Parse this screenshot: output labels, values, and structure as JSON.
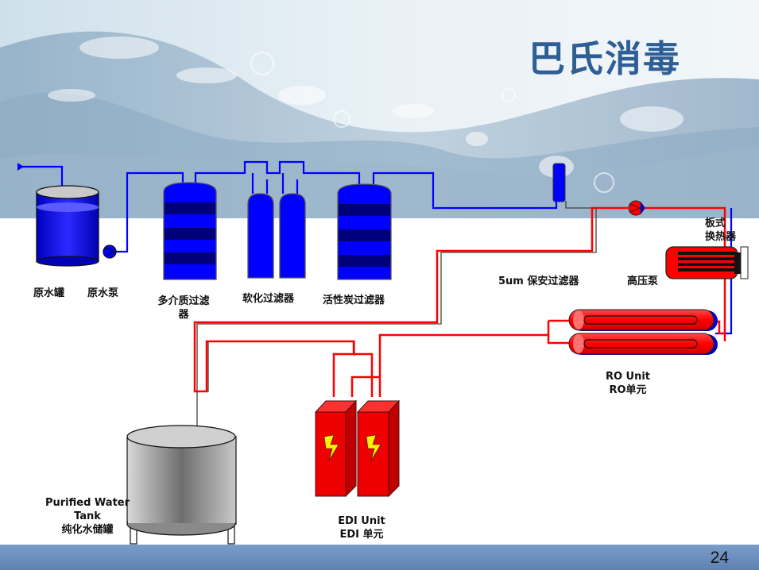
{
  "slide": {
    "title": "巴氏消毒",
    "page_number": "24"
  },
  "labels": {
    "raw_water_tank": "原水罐",
    "raw_water_pump": "原水泵",
    "multimedia_filter_line1": "多介质过滤",
    "multimedia_filter_line2": "器",
    "softener_filter": "软化过滤器",
    "activated_carbon_filter": "活性炭过滤器",
    "security_filter": "5um 保安过滤器",
    "high_pressure_pump": "高压泵",
    "plate_heat_exchanger_line1": "板式",
    "plate_heat_exchanger_line2": "换热器",
    "ro_unit_en": "RO Unit",
    "ro_unit_cn": "RO单元",
    "edi_unit_en": "EDI  Unit",
    "edi_unit_cn": "EDI 单元",
    "purified_tank_en_line1": "Purified Water",
    "purified_tank_en_line2": "Tank",
    "purified_tank_cn": "纯化水储罐"
  },
  "colors": {
    "title": "#2e5e94",
    "cold_pipe": "#0000ff",
    "hot_pipe": "#ff0000",
    "vessel_blue": "#0000ff",
    "vessel_band": "#00007a",
    "edi_red": "#ee0000",
    "footer": "#6f91c0"
  }
}
